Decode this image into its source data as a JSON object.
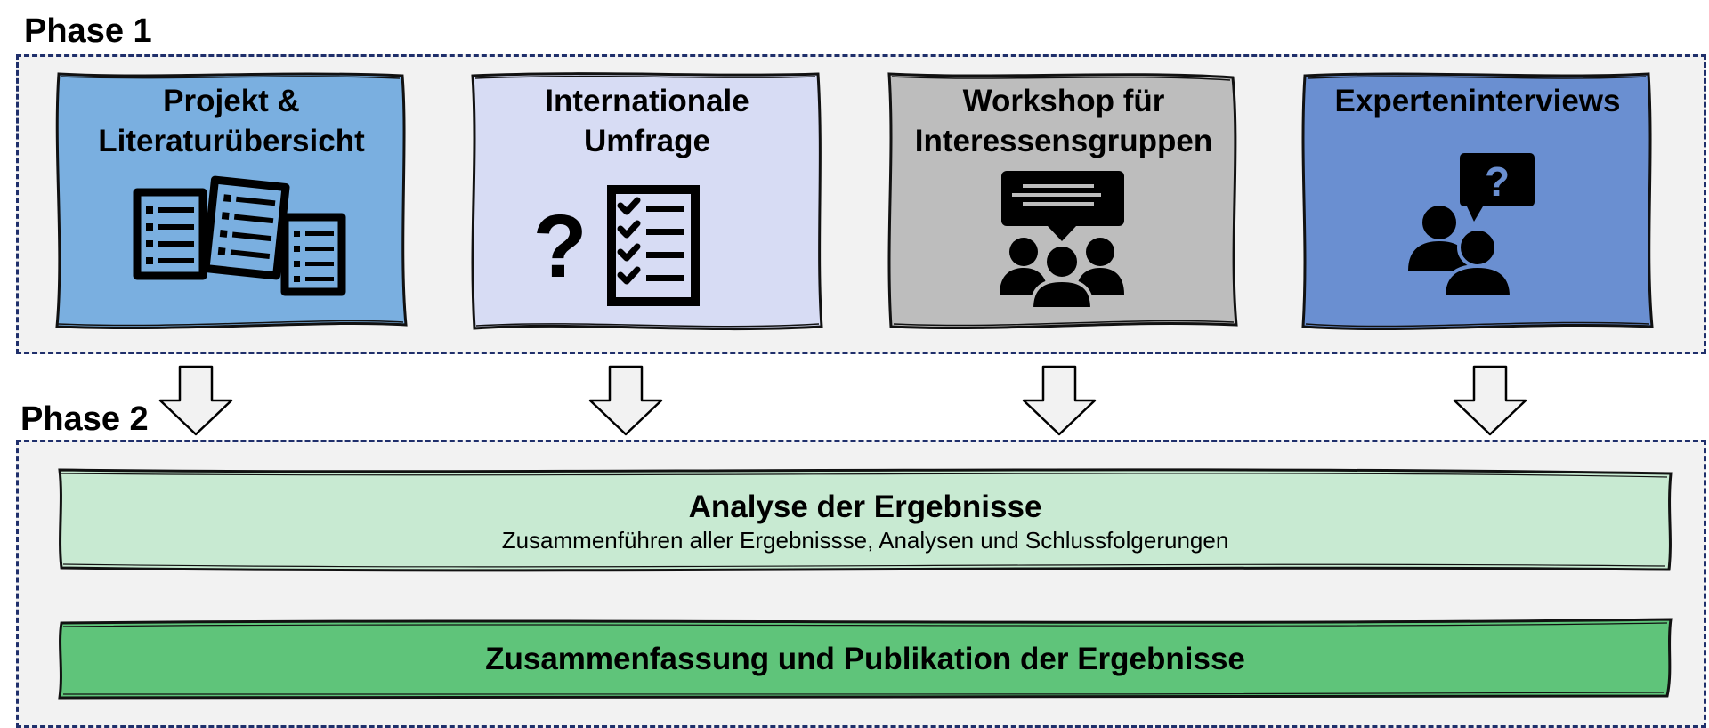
{
  "phases": {
    "phase1_label": "Phase 1",
    "phase2_label": "Phase 2"
  },
  "cards": [
    {
      "title": "Projekt &\nLiteraturübersicht",
      "icon": "documents-icon",
      "color": "#7aafe0"
    },
    {
      "title": "Internationale\nUmfrage",
      "icon": "survey-checklist-icon",
      "color": "#d7dcf4"
    },
    {
      "title": "Workshop für\nInteressensgruppen",
      "icon": "group-discussion-icon",
      "color": "#bdbdbd"
    },
    {
      "title": "Experteninterviews",
      "icon": "interview-icon",
      "color": "#6a8fd1"
    }
  ],
  "banners": {
    "analysis": {
      "title": "Analyse der Ergebnisse",
      "subtitle": "Zusammenführen aller Ergebnissse, Analysen und Schlussfolgerungen",
      "color": "#c8ead2"
    },
    "publication": {
      "title": "Zusammenfassung und Publikation der Ergebnisse",
      "color": "#5fc47a"
    }
  },
  "colors": {
    "frame_border": "#1f2f6b",
    "frame_fill": "#f2f2f2",
    "arrow_fill": "#f2f2f2"
  }
}
